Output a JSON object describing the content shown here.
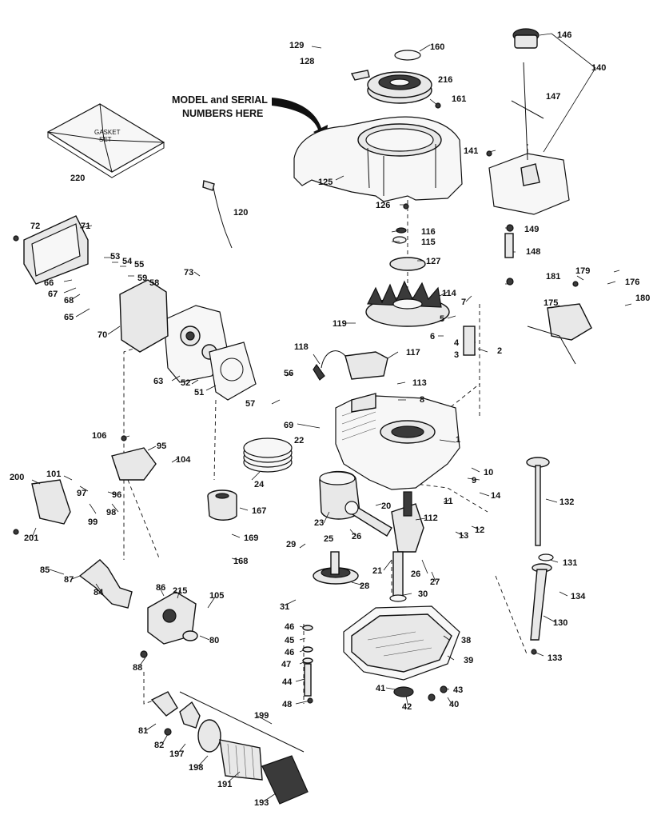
{
  "diagram": {
    "callout": {
      "line1": "MODEL and SERIAL",
      "line2": "NUMBERS HERE"
    },
    "gasket_set_text": {
      "line1": "GASKET",
      "line2": "SET"
    },
    "part_labels": [
      "129",
      "128",
      "160",
      "146",
      "140",
      "216",
      "161",
      "147",
      "141",
      "125",
      "220",
      "120",
      "126",
      "116",
      "115",
      "127",
      "72",
      "71",
      "53",
      "54",
      "55",
      "59",
      "58",
      "66",
      "67",
      "68",
      "65",
      "70",
      "73",
      "149",
      "148",
      "181",
      "179",
      "176",
      "175",
      "180",
      "114",
      "7",
      "5",
      "119",
      "4",
      "3",
      "6",
      "2",
      "118",
      "117",
      "56",
      "63",
      "52",
      "51",
      "57",
      "113",
      "8",
      "69",
      "22",
      "1",
      "106",
      "95",
      "104",
      "10",
      "9",
      "14",
      "24",
      "11",
      "12",
      "13",
      "132",
      "200",
      "101",
      "97",
      "96",
      "98",
      "99",
      "201",
      "167",
      "23",
      "25",
      "20",
      "112",
      "26",
      "169",
      "168",
      "29",
      "21",
      "26",
      "27",
      "131",
      "85",
      "87",
      "84",
      "86",
      "215",
      "105",
      "31",
      "28",
      "30",
      "134",
      "130",
      "46",
      "45",
      "46",
      "47",
      "38",
      "39",
      "80",
      "88",
      "44",
      "133",
      "41",
      "43",
      "48",
      "42",
      "40",
      "199",
      "81",
      "82",
      "197",
      "198",
      "191",
      "193"
    ]
  }
}
